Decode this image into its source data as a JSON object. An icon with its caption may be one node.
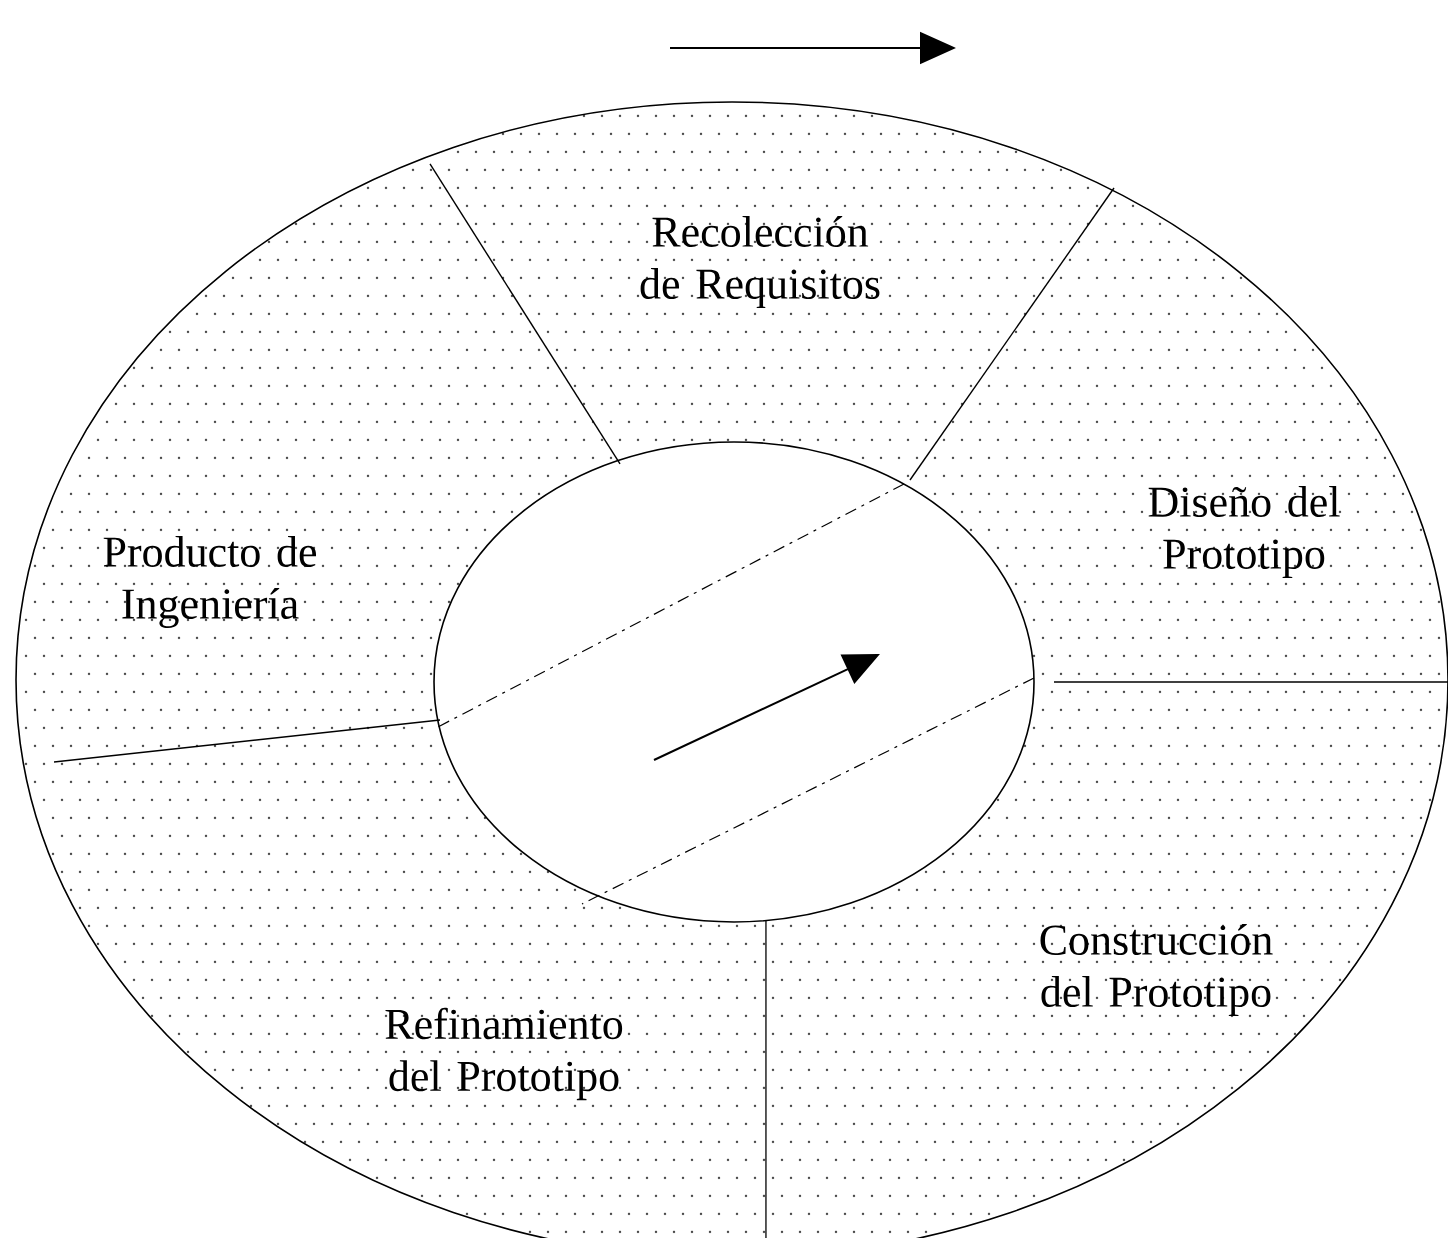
{
  "diagram": {
    "labels": [
      "Recolección de Requisitos",
      "Producto de Ingeniería",
      "Diseño del Prototipo",
      "Construcción del Prototipo",
      "Refinamiento del Prototipo"
    ]
  }
}
